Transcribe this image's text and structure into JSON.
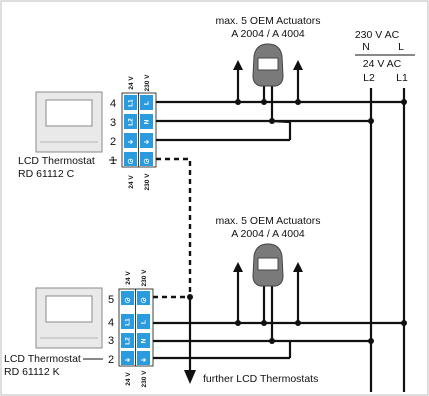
{
  "actuators": {
    "label_line1": "max. 5 OEM Actuators",
    "label_line2": "A 2004 / A 4004"
  },
  "supply": {
    "ac230": "230 V AC",
    "N": "N",
    "L": "L",
    "ac24": "24 V AC",
    "L2": "L2",
    "L1": "L1"
  },
  "thermostat_c": {
    "line1": "LCD Thermostat",
    "line2": "RD 61112 C",
    "numbers": [
      "4",
      "3",
      "2",
      "1"
    ],
    "col_labels": [
      "24 V",
      "230 V"
    ]
  },
  "thermostat_k": {
    "line1": "LCD Thermostat",
    "line2": "RD 61112 K",
    "numbers": [
      "5",
      "4",
      "3",
      "2"
    ],
    "col_labels": [
      "24 V",
      "230 V"
    ]
  },
  "terminals": {
    "L1": "L1",
    "L": "L",
    "L2": "L2",
    "N": "N",
    "arrow": "➔",
    "clock": "◷"
  },
  "further": "further  LCD Thermostats",
  "colors": {
    "terminal_blue": "#2b9be0",
    "wire": "#111111",
    "actuator_gray": "#7a7a7a",
    "panel_gray": "#e9e9e9"
  }
}
